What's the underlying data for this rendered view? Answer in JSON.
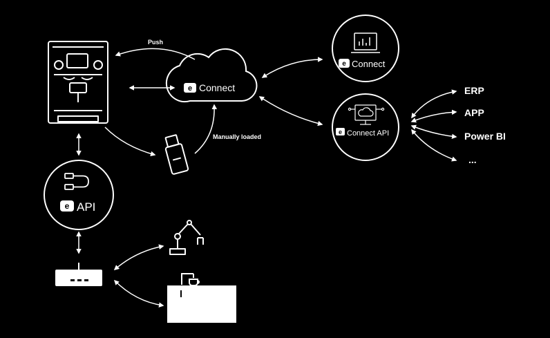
{
  "colors": {
    "background": "#000000",
    "foreground": "#ffffff"
  },
  "brand": {
    "mark": "e"
  },
  "labels": {
    "push": "Push",
    "manually_loaded": "Manually loaded",
    "cloud_connect": "Connect",
    "node_connect": "Connect",
    "node_connect_api": "Connect API",
    "node_api": "API",
    "target_erp": "ERP",
    "target_app": "APP",
    "target_power_bi": "Power BI",
    "target_more": "..."
  },
  "icons": {
    "coffee_machine": "coffee-machine-icon",
    "cloud": "cloud-icon",
    "usb_stick": "usb-stick-icon",
    "laptop": "laptop-chart-icon",
    "monitor": "monitor-cloud-icon",
    "cable": "cable-icon",
    "router": "router-box-icon",
    "robot_arm": "robot-arm-icon",
    "station": "coffee-station-icon"
  }
}
